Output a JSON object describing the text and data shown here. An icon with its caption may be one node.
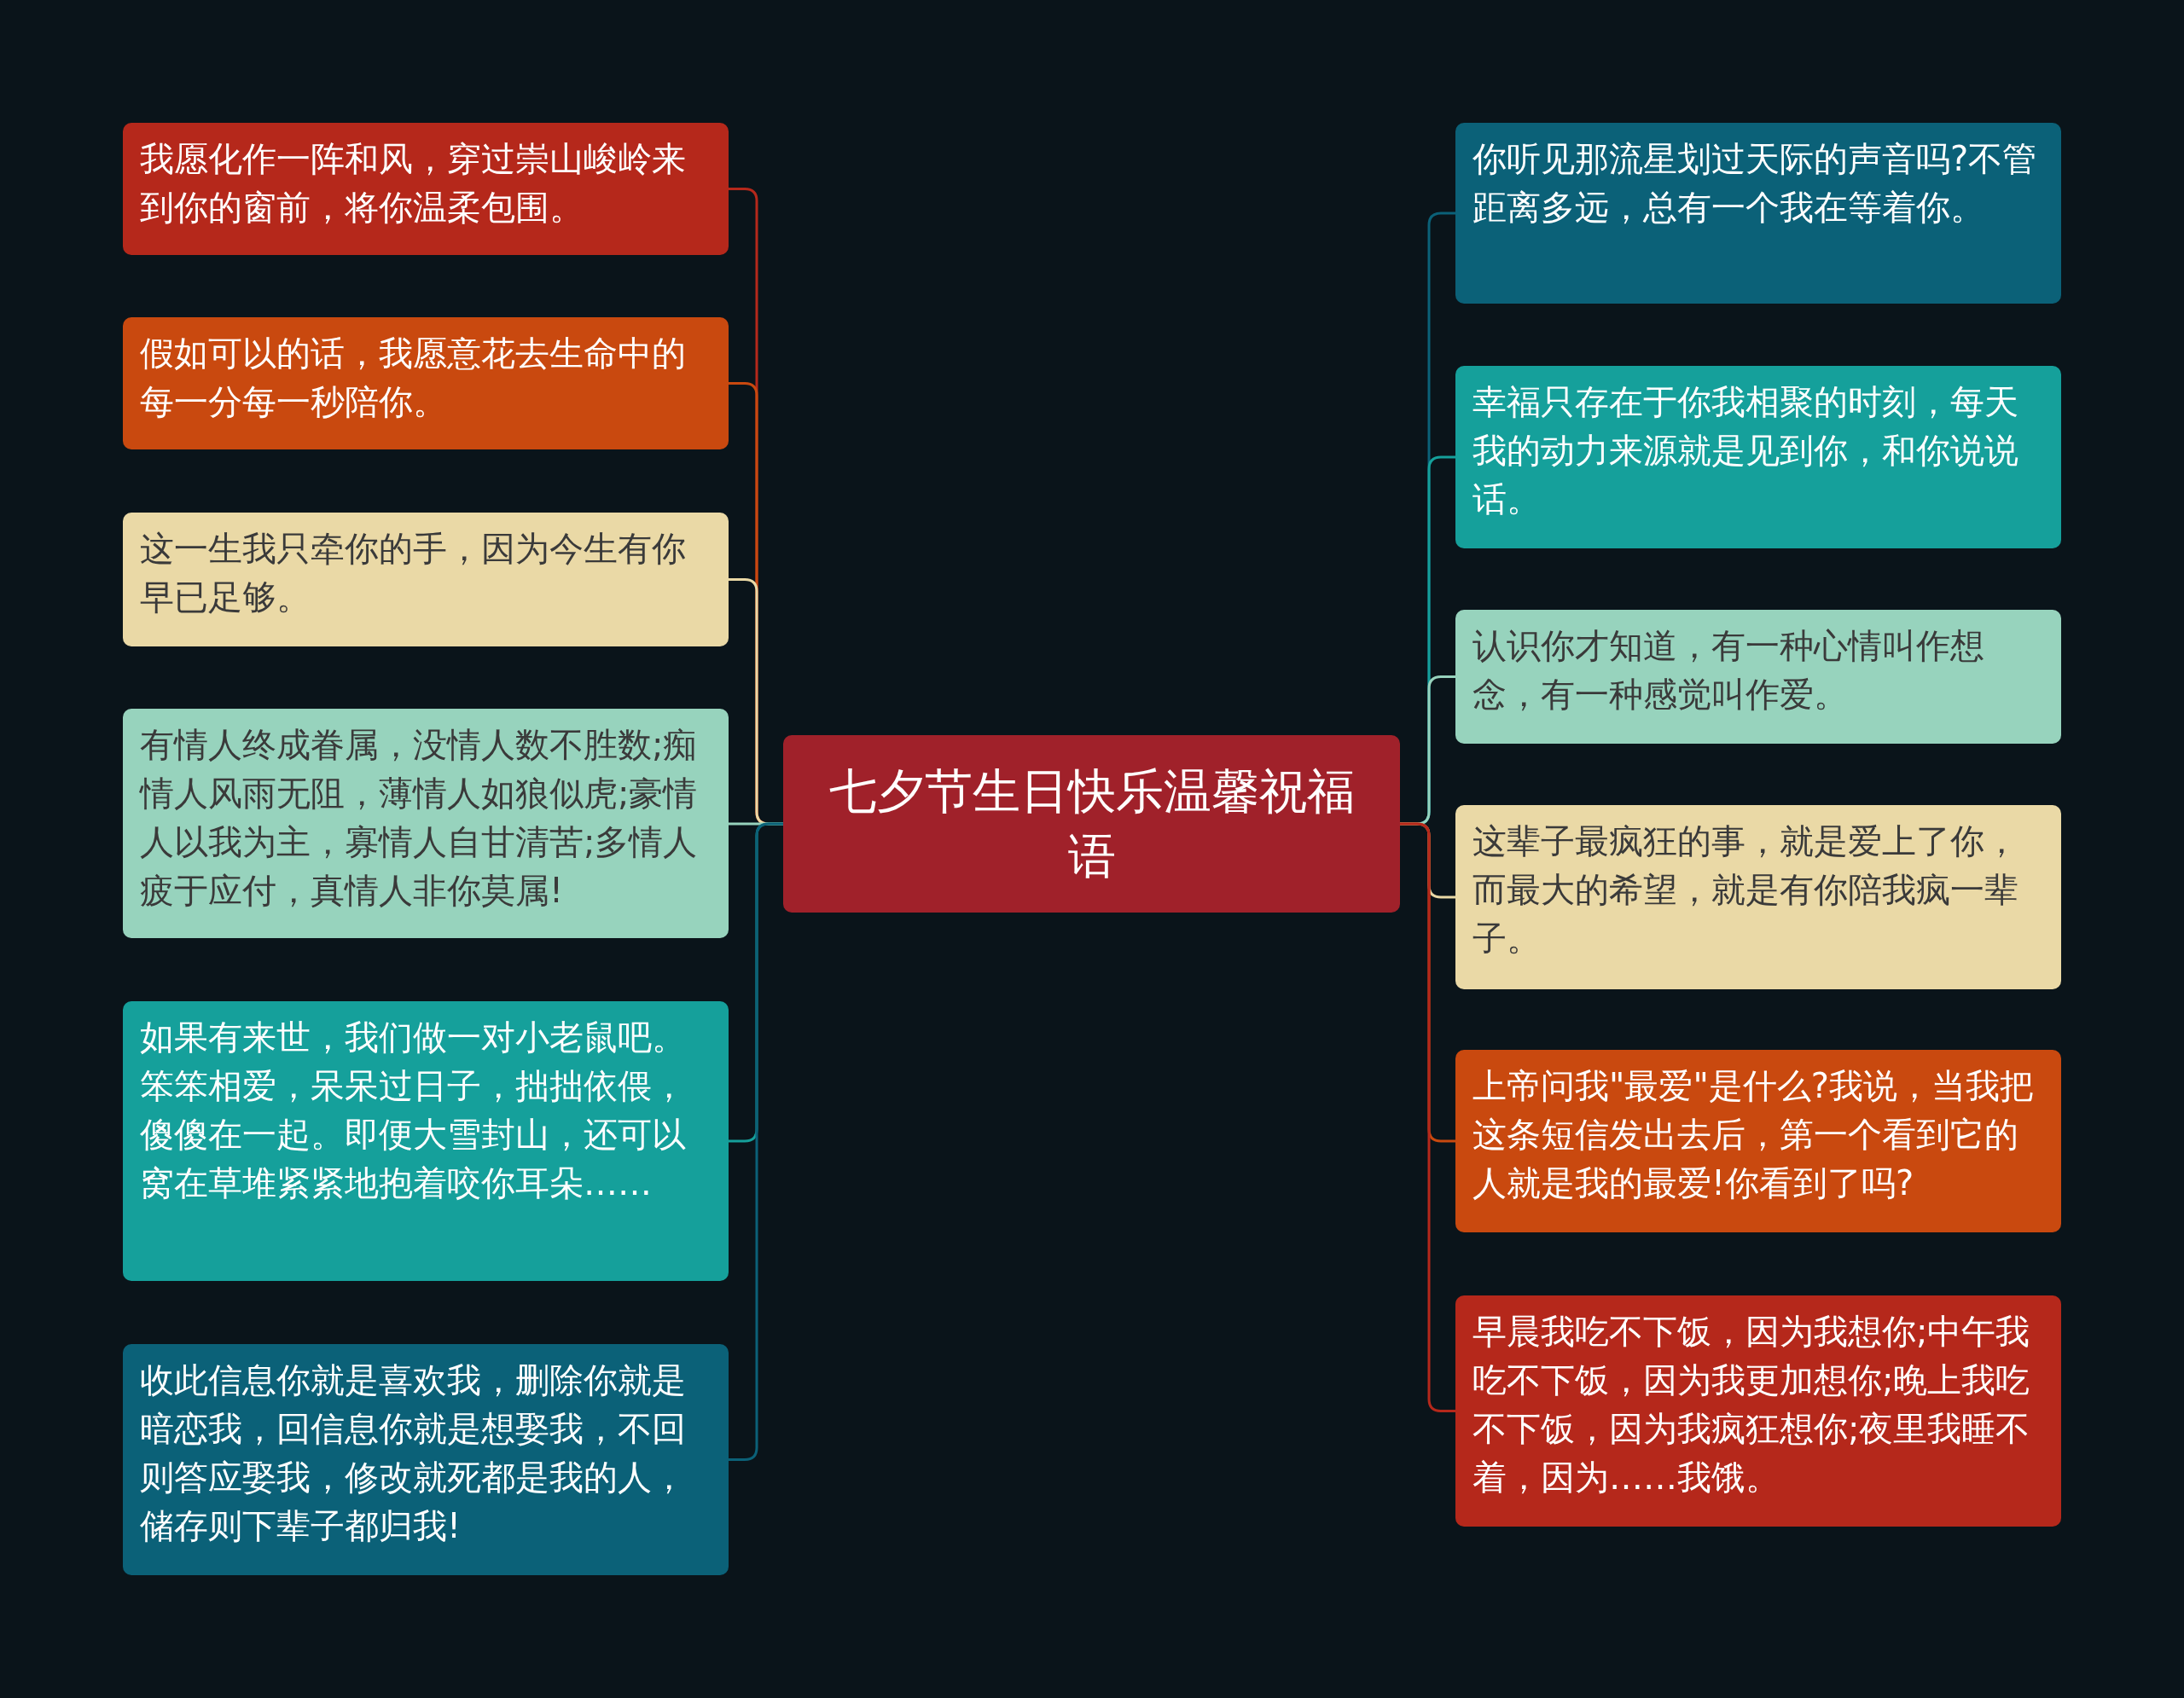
{
  "diagram": {
    "nodes": [
      {
        "text": [
          "七夕节生日快乐温馨祝福语"
        ]
      },
      {
        "text": [
          "我愿化作一阵和风，穿过崇山峻岭来到你的窗前，将你温柔包围。"
        ]
      },
      {
        "text": [
          "假如可以的话，我愿意花去生命中的每一分每一秒陪你。"
        ]
      },
      {
        "text": [
          "这一生我只牵你的手，因为今生有你早已足够。"
        ]
      },
      {
        "text": [
          "有情人终成眷属，没情人数不胜数;痴情人风雨无阻，薄情人如狼似虎;豪情人以我为主，寡情人自甘清苦;多情人疲于应付，真情人非你莫属!"
        ]
      },
      {
        "text": [
          "如果有来世，我们做一对小老鼠吧。笨笨相爱，呆呆过日子，拙拙依偎，傻傻在一起。即便大雪封山，还可以窝在草堆紧紧地抱着咬你耳朵……"
        ]
      },
      {
        "text": [
          "收此信息你就是喜欢我，删除你就是暗恋我，回信息你就是想娶我，不回则答应娶我，修改就死都是我的人，储存则下辈子都归我!"
        ]
      },
      {
        "text": [
          "你听见那流星划过天际的声音吗?不管距离多远，总有一个我在等着你。"
        ]
      },
      {
        "text": [
          "幸福只存在于你我相聚的时刻，每天我的动力来源就是见到你，和你说说话。"
        ]
      },
      {
        "text": [
          "认识你才知道，有一种心情叫作想念，有一种感觉叫作爱。"
        ]
      },
      {
        "text": [
          "这辈子最疯狂的事，就是爱上了你，而最大的希望，就是有你陪我疯一辈子。"
        ]
      },
      {
        "text": [
          "上帝问我\"最爱\"是什么?我说，当我把这条短信发出去后，第一个看到它的人就是我的最爱!你看到了吗?"
        ]
      },
      {
        "text": [
          "早晨我吃不下饭，因为我想你;中午我吃不下饭，因为我更加想你;晚上我吃不下饭，因为我疯狂想你;夜里我睡不着，因为……我饿。"
        ]
      }
    ],
    "edges": [
      {
        "from": 0,
        "to": 1,
        "arrow": "none",
        "color": "#b5281b"
      },
      {
        "from": 0,
        "to": 2,
        "arrow": "none",
        "color": "#c9490f"
      },
      {
        "from": 0,
        "to": 3,
        "arrow": "none",
        "color": "#ead9a6"
      },
      {
        "from": 0,
        "to": 4,
        "arrow": "none",
        "color": "#97d3bd"
      },
      {
        "from": 0,
        "to": 5,
        "arrow": "none",
        "color": "#15a09b"
      },
      {
        "from": 0,
        "to": 6,
        "arrow": "none",
        "color": "#0b6178"
      },
      {
        "from": 0,
        "to": 7,
        "arrow": "none",
        "color": "#0b6178"
      },
      {
        "from": 0,
        "to": 8,
        "arrow": "none",
        "color": "#15a09b"
      },
      {
        "from": 0,
        "to": 9,
        "arrow": "none",
        "color": "#97d3bd"
      },
      {
        "from": 0,
        "to": 10,
        "arrow": "none",
        "color": "#ead9a6"
      },
      {
        "from": 0,
        "to": 11,
        "arrow": "none",
        "color": "#c9490f"
      },
      {
        "from": 0,
        "to": 12,
        "arrow": "none",
        "color": "#b5281b"
      }
    ]
  }
}
